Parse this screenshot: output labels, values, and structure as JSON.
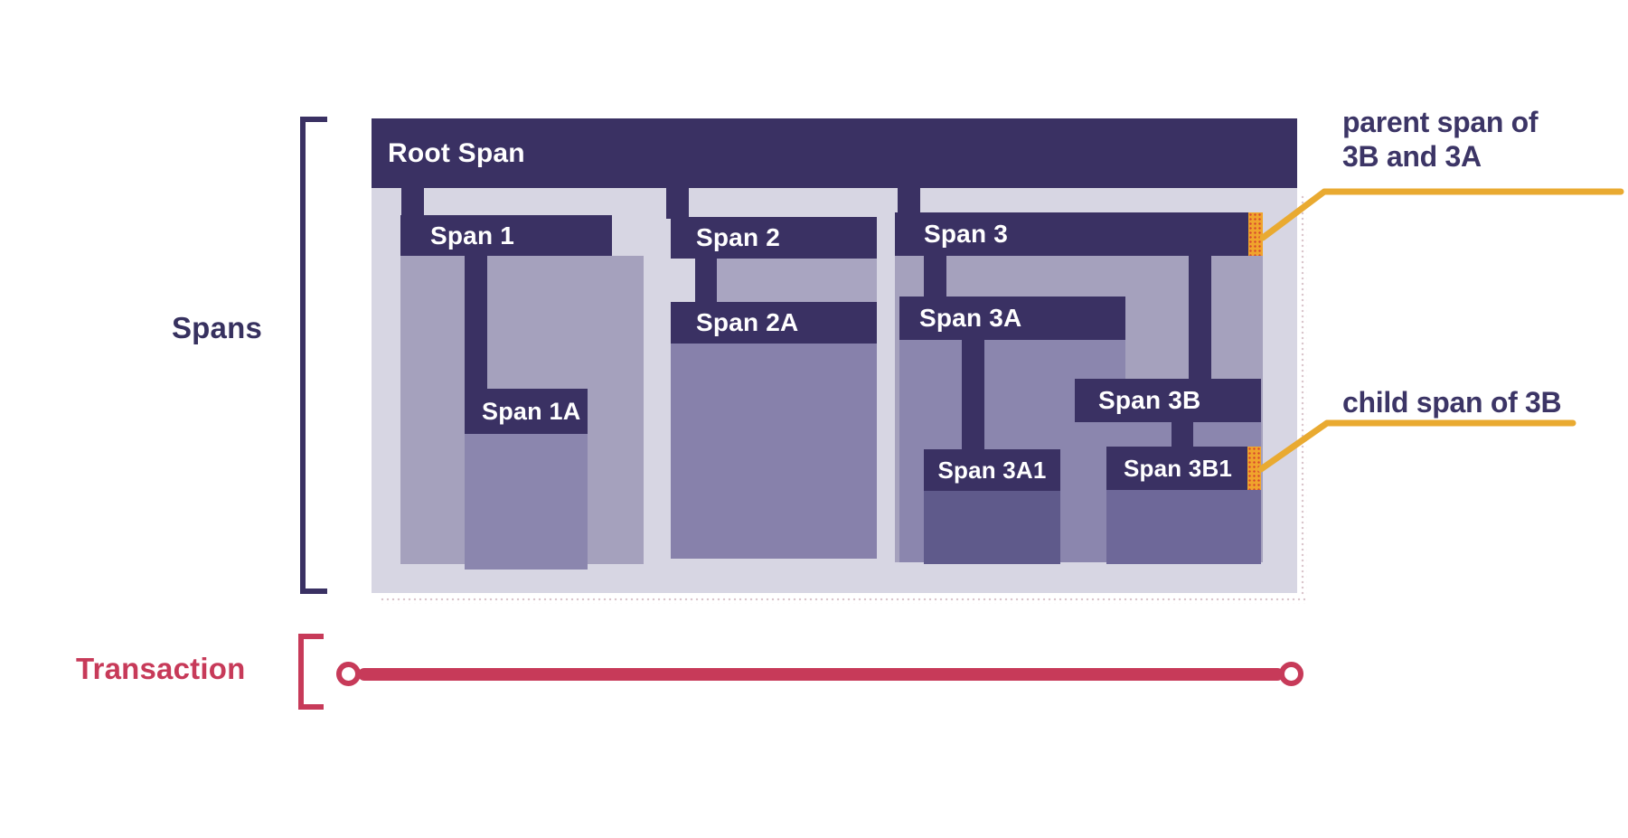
{
  "side_labels": {
    "spans": "Spans",
    "transaction": "Transaction"
  },
  "spans": {
    "root": {
      "label": "Root Span",
      "parent": null
    },
    "span_1": {
      "label": "Span 1",
      "parent": "Root Span"
    },
    "span_1a": {
      "label": "Span 1A",
      "parent": "Span 1"
    },
    "span_2": {
      "label": "Span 2",
      "parent": "Root Span"
    },
    "span_2a": {
      "label": "Span 2A",
      "parent": "Span 2"
    },
    "span_3": {
      "label": "Span 3",
      "parent": "Root Span",
      "highlight": "orange-end-cap"
    },
    "span_3a": {
      "label": "Span 3A",
      "parent": "Span 3"
    },
    "span_3a1": {
      "label": "Span 3A1",
      "parent": "Span 3A"
    },
    "span_3b": {
      "label": "Span 3B",
      "parent": "Span 3"
    },
    "span_3b1": {
      "label": "Span 3B1",
      "parent": "Span 3B",
      "highlight": "orange-end-cap"
    }
  },
  "annotations": {
    "parent_span": {
      "line1": "parent span of",
      "line2": "3B and 3A",
      "points_to": "Span 3"
    },
    "child_span": {
      "text": "child span of 3B",
      "points_to": "Span 3B1"
    }
  },
  "colors": {
    "span_bar_navy": "#3a3163",
    "root_duration_lavender": "#d7d6e3",
    "duration_light": "#a5a1bd",
    "duration_medium": "#8b86ae",
    "duration_medium_2": "#8781ab",
    "duration_dark": "#5f5a8b",
    "duration_3b1": "#6e6899",
    "highlight_orange": "#f0a42c",
    "callout_yellow": "#e9aa31",
    "transaction_crimson": "#c73a59",
    "bar_label_text": "#ffffff",
    "annotation_text": "#3c3566"
  }
}
